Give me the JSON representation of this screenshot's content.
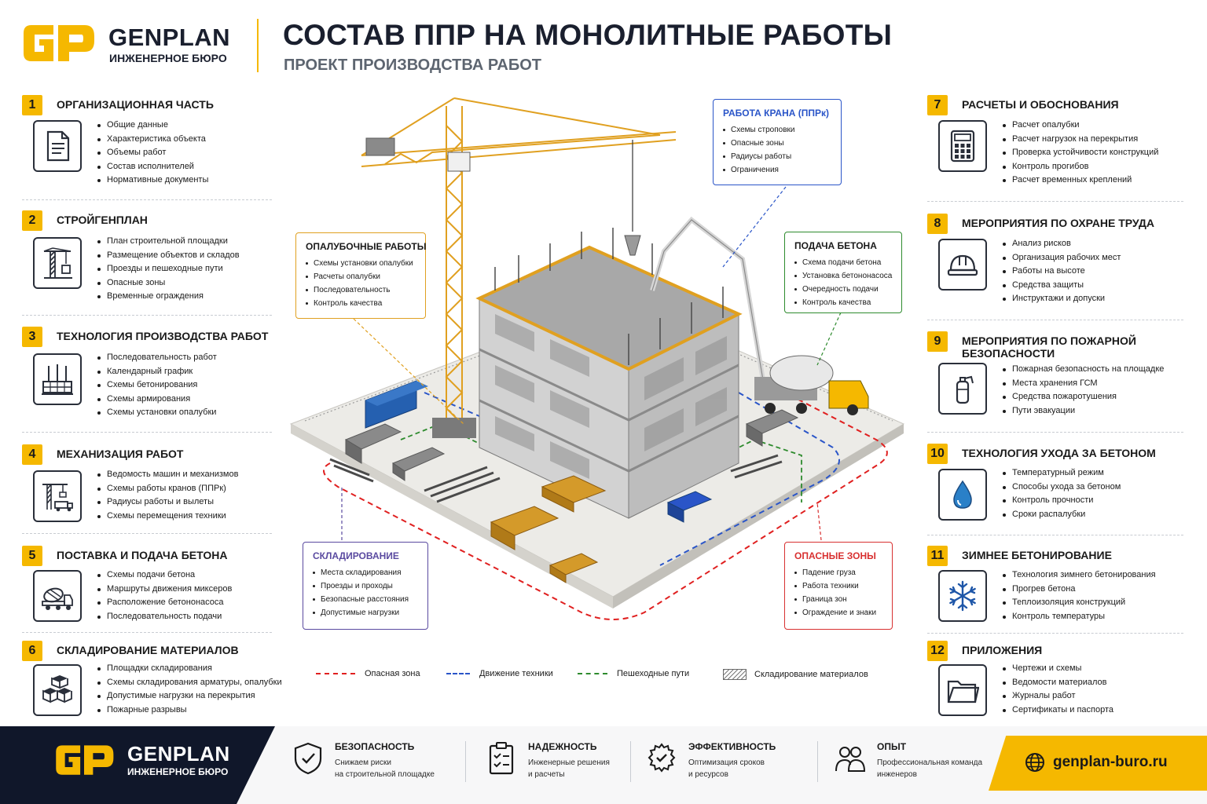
{
  "brand": {
    "name": "GENPLAN",
    "subtitle": "ИНЖЕНЕРНОЕ БЮРО",
    "logo_letters": "GP",
    "logo_icon": "gp-logo-icon"
  },
  "header": {
    "title": "СОСТАВ ППР НА МОНОЛИТНЫЕ РАБОТЫ",
    "subtitle": "ПРОЕКТ ПРОИЗВОДСТВА РАБОТ"
  },
  "colors": {
    "accent": "#f5b800",
    "dark": "#1a1f2e",
    "footer_dark": "#10172a",
    "danger": "#e02020",
    "traffic": "#2a55c8",
    "pedestrian": "#2e8b2e",
    "formwork_callout": "#e0a020",
    "concrete_callout": "#2e8b2e",
    "crane_callout": "#2a55c8",
    "storage_callout": "#5a4aa0",
    "danger_callout": "#d83030"
  },
  "sections_left": [
    {
      "num": "1",
      "title": "ОРГАНИЗАЦИОННАЯ ЧАСТЬ",
      "icon": "document-icon",
      "items": [
        "Общие данные",
        "Характеристика объекта",
        "Объемы работ",
        "Состав исполнителей",
        "Нормативные документы"
      ]
    },
    {
      "num": "2",
      "title": "СТРОЙГЕНПЛАН",
      "icon": "crane-site-icon",
      "items": [
        "План строительной площадки",
        "Размещение объектов и складов",
        "Проезды и пешеходные пути",
        "Опасные зоны",
        "Временные ограждения"
      ]
    },
    {
      "num": "3",
      "title": "ТЕХНОЛОГИЯ ПРОИЗВОДСТВА РАБОТ",
      "icon": "rebar-formwork-icon",
      "items": [
        "Последовательность работ",
        "Календарный график",
        "Схемы бетонирования",
        "Схемы армирования",
        "Схемы установки опалубки"
      ]
    },
    {
      "num": "4",
      "title": "МЕХАНИЗАЦИЯ РАБОТ",
      "icon": "crane-truck-icon",
      "items": [
        "Ведомость машин и механизмов",
        "Схемы работы кранов (ППРк)",
        "Радиусы работы и вылеты",
        "Схемы перемещения техники"
      ]
    },
    {
      "num": "5",
      "title": "ПОСТАВКА И ПОДАЧА БЕТОНА",
      "icon": "concrete-mixer-icon",
      "items": [
        "Схемы подачи бетона",
        "Маршруты движения миксеров",
        "Расположение бетононасоса",
        "Последовательность подачи"
      ]
    },
    {
      "num": "6",
      "title": "СКЛАДИРОВАНИЕ МАТЕРИАЛОВ",
      "icon": "boxes-icon",
      "items": [
        "Площадки складирования",
        "Схемы складирования арматуры, опалубки",
        "Допустимые нагрузки на перекрытия",
        "Пожарные разрывы"
      ]
    }
  ],
  "sections_right": [
    {
      "num": "7",
      "title": "РАСЧЕТЫ И ОБОСНОВАНИЯ",
      "icon": "calculator-icon",
      "items": [
        "Расчет опалубки",
        "Расчет нагрузок на перекрытия",
        "Проверка устойчивости конструкций",
        "Контроль прогибов",
        "Расчет временных креплений"
      ]
    },
    {
      "num": "8",
      "title": "МЕРОПРИЯТИЯ ПО ОХРАНЕ ТРУДА",
      "icon": "hard-hat-icon",
      "items": [
        "Анализ рисков",
        "Организация рабочих мест",
        "Работы на высоте",
        "Средства защиты",
        "Инструктажи и допуски"
      ]
    },
    {
      "num": "9",
      "title": "МЕРОПРИЯТИЯ ПО ПОЖАРНОЙ",
      "title2": "БЕЗОПАСНОСТИ",
      "icon": "fire-extinguisher-icon",
      "items": [
        "Пожарная безопасность на площадке",
        "Места хранения ГСМ",
        "Средства пожаротушения",
        "Пути эвакуации"
      ]
    },
    {
      "num": "10",
      "title": "ТЕХНОЛОГИЯ УХОДА ЗА БЕТОНОМ",
      "icon": "water-drop-icon",
      "items": [
        "Температурный режим",
        "Способы ухода за бетоном",
        "Контроль прочности",
        "Сроки распалубки"
      ]
    },
    {
      "num": "11",
      "title": "ЗИМНЕЕ БЕТОНИРОВАНИЕ",
      "icon": "snowflake-icon",
      "items": [
        "Технология зимнего бетонирования",
        "Прогрев бетона",
        "Теплоизоляция конструкций",
        "Контроль температуры"
      ]
    },
    {
      "num": "12",
      "title": "ПРИЛОЖЕНИЯ",
      "icon": "folder-icon",
      "items": [
        "Чертежи и схемы",
        "Ведомости материалов",
        "Журналы работ",
        "Сертификаты и паспорта"
      ]
    }
  ],
  "callouts": {
    "crane": {
      "title": "РАБОТА КРАНА (ППРк)",
      "items": [
        "Схемы строповки",
        "Опасные зоны",
        "Радиусы работы",
        "Ограничения"
      ]
    },
    "formwork": {
      "title": "ОПАЛУБОЧНЫЕ РАБОТЫ",
      "items": [
        "Схемы установки опалубки",
        "Расчеты опалубки",
        "Последовательность",
        "Контроль качества"
      ]
    },
    "concrete": {
      "title": "ПОДАЧА БЕТОНА",
      "items": [
        "Схема подачи бетона",
        "Установка бетононасоса",
        "Очередность подачи",
        "Контроль качества"
      ]
    },
    "storage": {
      "title": "СКЛАДИРОВАНИЕ",
      "items": [
        "Места складирования",
        "Проезды и проходы",
        "Безопасные расстояния",
        "Допустимые нагрузки"
      ]
    },
    "danger": {
      "title": "ОПАСНЫЕ ЗОНЫ",
      "items": [
        "Падение груза",
        "Работа техники",
        "Граница зон",
        "Ограждение и знаки"
      ]
    }
  },
  "legend": {
    "danger": "Опасная зона",
    "traffic": "Движение техники",
    "pedestrian": "Пешеходные пути",
    "storage": "Складирование материалов"
  },
  "footer": {
    "brand": "GENPLAN",
    "subtitle": "ИНЖЕНЕРНОЕ БЮРО",
    "features": [
      {
        "title": "БЕЗОПАСНОСТЬ",
        "desc": "Снижаем риски\nна строительной площадке",
        "icon": "shield-check-icon"
      },
      {
        "title": "НАДЕЖНОСТЬ",
        "desc": "Инженерные решения\nи расчеты",
        "icon": "checklist-icon"
      },
      {
        "title": "ЭФФЕКТИВНОСТЬ",
        "desc": "Оптимизация сроков\nи ресурсов",
        "icon": "gear-check-icon"
      },
      {
        "title": "ОПЫТ",
        "desc": "Профессиональная команда\nинженеров",
        "icon": "team-icon"
      }
    ],
    "website": "genplan-buro.ru",
    "website_icon": "globe-icon"
  }
}
